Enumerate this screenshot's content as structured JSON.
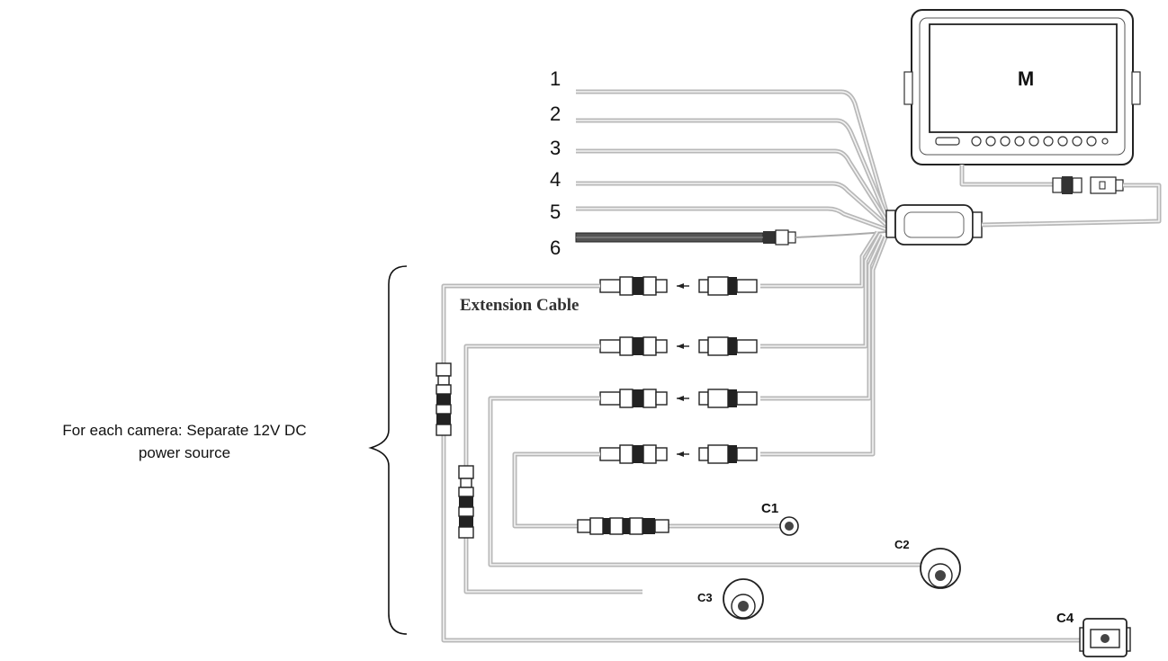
{
  "monitor_label": "M",
  "wire_numbers": [
    "1",
    "2",
    "3",
    "4",
    "5",
    "6"
  ],
  "extension_cable_label": "Extension Cable",
  "camera_labels": [
    "C1",
    "C2",
    "C3",
    "C4"
  ],
  "power_note_line1": "For each camera: Separate 12V DC",
  "power_note_line2": "power source"
}
